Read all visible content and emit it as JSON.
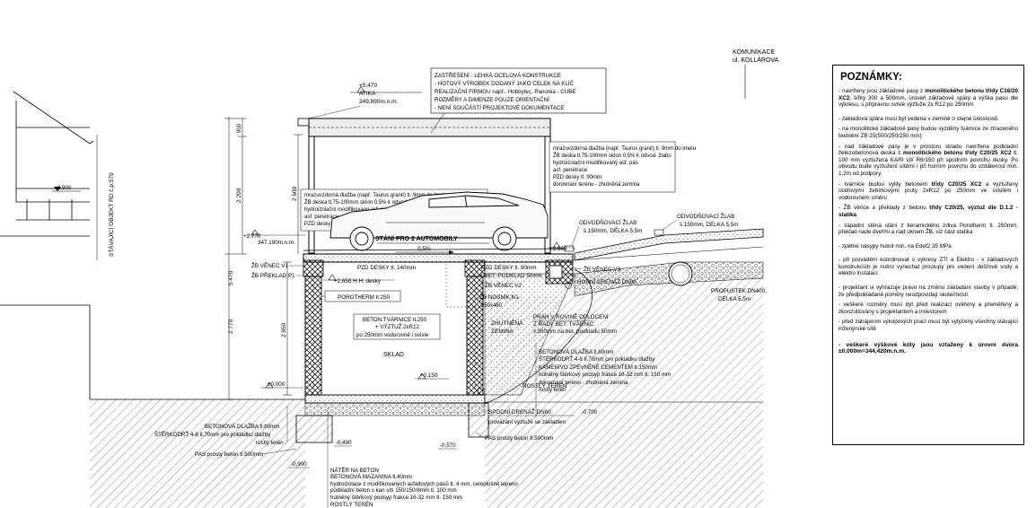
{
  "road": {
    "line1": "KOMUNIKACE",
    "line2": "ul. KOLLÁROVA"
  },
  "existing": {
    "label": "STÁVAJÍCÍ OBJEKT RD č.p.579",
    "level": "2,900"
  },
  "levels": {
    "attic_value": "+5,470",
    "attic_name": "ATIKA",
    "attic_abs": "349,890m.n.m.",
    "floor_value": "+2,770",
    "floor_abs": "347,190m.n.m.",
    "h_deska": "+2,650 H.H. desky",
    "zero": "±0,000",
    "l0150": "+0,150",
    "l2560": "+2,560",
    "lm0490": "-0,490",
    "lm0570": "-0,570",
    "lm0900": "-0,900",
    "lm0700": "-0,700"
  },
  "dims": {
    "d5470": "5 470",
    "d2770": "2 770",
    "d900": "900",
    "d2200": "2 200",
    "d2600": "2 600",
    "d2650": "2 650"
  },
  "roof_note": [
    "ZASTŘEŠENÍ - LEHKÁ OCELOVÁ KONSTRUKCE",
    "- HOTOVÝ VÝROBEK DODANÝ JAKO CELEK NA KLÍČ",
    "REALIZAČNÍ FIRMOU např.: Hobbytec, Panorea - CUBE",
    "ROZMĚRY A DIMENZE POUZE ORIENTAČNÍ",
    "- NENÍ SOUČÁSTÍ PROJEKTOVÉ DOKUMENTACE"
  ],
  "right_layers": [
    "mrazuvzdorná dlažba (např. Taurus granit) tl. 9mm do tmelu",
    "ŽB deska tl.75-100mm sklon 0,5% k odvod. žlabu",
    "hydroizolační modifikovaný asf. pás",
    "asf. penetrace",
    "PZD desky tl. 90mm",
    "dorovnání terénu - zhutněná zemina"
  ],
  "left_layers": [
    "mrazuvzdorná dlažba (např. Taurus granit) tl. 9mm do tmelu",
    "ŽB deska tl.75-100mm sklon 0,5% k odvod. žlabu",
    "hydroizolační modifikovaný asf. pás",
    "asf. penetrace",
    "PZD desky tl. 140mm"
  ],
  "labels": {
    "parking": "STÁNÍ PRO 2 AUTOMOBILY",
    "slope": "0,5%",
    "zb_venec_v1": "ŽB VĚNEC V1",
    "zb_preklad_p1": "ŽB PŘEKLAD P1",
    "pzd140": "PZD DESKY tl. 140mm",
    "pzd90": "PZD DESKY tl. 90mm",
    "bet_podklad": "+ BET. PODKLAD 50mm",
    "zb_venec_v2": "ŽB VĚNEC V2",
    "zb_nosnik": "ŽB NOSNÍK N1",
    "zb_nosnik_dim": "250x460",
    "porotherm": "POROTHERM tl.250",
    "tvarnice": [
      "BETON.TVÁRNICE tl.250",
      "+ VÝZTUŽ 2xR12",
      "po 250mm vodorovně i svisle"
    ],
    "sklad": "SKLAD",
    "zhutnena": [
      "ZHUTNĚNÁ",
      "ZEMINA"
    ],
    "zlab1": [
      "ODVODŇOVACÍ ŽLAB",
      "š.150mm, DÉLKA 5,5m"
    ],
    "zlab2": [
      "ODVODŇOVACÍ ŽLAB",
      "š.150mm, DÉLKA 5,5m"
    ],
    "zb_venec_v3": "ŽB VĚNEC V3",
    "drenaz": "HORNÍ DRENÁŽ DN80",
    "prah": [
      "PRÁH V ROVINĚ OPLOCENÍ",
      "Z ŘADY BET. TVÁRNIC",
      "v.500mm na bet. podkladu 50mm"
    ],
    "prop": [
      "PROPUSTEK DN400,",
      "DÉLKA 5,5m"
    ],
    "rostly": "ROSTLÝ TERÉN",
    "spodni_drenaz": "SPODNÍ DRENÁŽ DN80",
    "provazani": "provázání výztuže se základem",
    "pas": "PAS prostý beton tl.500mm",
    "pas_left": "PAS prostý beton tl.500mm"
  },
  "floor_right_layers": [
    "BETONOVÁ DLAŽBA tl.80mm",
    "ŠTĚRKODRŤ 4-8 tl.70mm pro pokládku dlažby",
    "KAMENIVO ZPEVNĚNÉ CEMENTEM tl.150mm",
    "hutněný štěrkový podsyp frakce 16-32 mm tl. 150 mm",
    "dorovnání terénu - zhutněná zemina",
    "rostlý terén"
  ],
  "left_ground_layers": [
    "BETONOVÁ DLAŽBA tl.60mm",
    "ŠTĚRKODRŤ 4-8 tl.70mm pro pokládku dlažby",
    "rostlý terén"
  ],
  "bottom_layers": [
    "NÁTĚR NA BETON",
    "BETONOVÁ MAZANINA tl.40mm",
    "hydroizolace z modifikovaných asfaltových pásů tl. 4 mm, celoplošně lepeno",
    "podkladní beton s kari sítí 150/150/8mm tl. 100 mm",
    "hutněný štěrkový podsyp frakce 16-32 mm tl. 150 mm",
    "ROSTLÝ TERÉN"
  ],
  "notes": {
    "title": "POZNÁMKY:",
    "items": [
      {
        "a": "- navrženy jsou základové pasy z ",
        "b": "monolitického betonu třídy C16/20 XC2",
        "c": ", šířky 300 a 500mm, úroveň základové spáry a výška pasu dle výkresu, s přípravou svislé výztuže 2x R12 po 250mm"
      },
      {
        "a": "- základová spára musí být vedena v zemině o stejné únosnosti",
        "b": "",
        "c": ""
      },
      {
        "a": "- na monolitické základové pasy budou vyzděny tvárnice ze ztraceného bednění ZB 25(500/250/250 mm)",
        "b": "",
        "c": ""
      },
      {
        "a": "- nad základové pasy je v prostoru skladu navržena podkladní železobetonová deska z ",
        "b": "monolitického betonu třídy C20/25 XC2",
        "c": " tl. 100 mm vyztužená KARI sítí R6/150 při spodním povrchu desky. Po obvodu bude vyztužení sítěmi i při horním povrchu do vzdálenost min. 1,2m od podpory."
      },
      {
        "a": "- tvárnice budou vylity betonem ",
        "b": "třídy C20/25 XC2",
        "c": " a vyztuženy ocelovými žebírkovými pruty 2xR12 po 250mm ve svislém i vodorovném směru"
      },
      {
        "a": "- ŽB věnce a překlady z betonu ",
        "b": "třídy C20/25, výztuž dle D.1.2 - statika",
        "c": ""
      },
      {
        "a": "- západní stěna stání z keramického zdiva Porotherm tl. 250mm, překlad nade dveřmi a nad oknem ŽB, viz část statika",
        "b": "",
        "c": ""
      },
      {
        "a": "- zpětné násypy hutnit min. na Edef2 35 MPa",
        "b": "",
        "c": ""
      },
      {
        "a": "- při provádění koordinovat s výkresy ZTI a Elektro - v základových konstrukcích je nutno vynechat prostupy pro vedení dešťové vody a elektro instalací.",
        "b": "",
        "c": ""
      },
      {
        "a": "- projektant si vyhrazuje právo na změnu základání stavby v případě, že předpokládané poměry neodpovídají skutečnosti",
        "b": "",
        "c": ""
      },
      {
        "a": "- veškeré rozměry musí být před realizací ověřeny a přeměřeny a zkonzultovány s projektantem a investorem",
        "b": "",
        "c": ""
      },
      {
        "a": "- před zahájením výkopových prací musí být vytyčeny všechny stávající inženýrské sítě",
        "b": "",
        "c": ""
      }
    ],
    "final": "- veškeré výškové kóty jsou vztaženy k úrovni dvora ±0,000m=344,420m.n.m."
  }
}
